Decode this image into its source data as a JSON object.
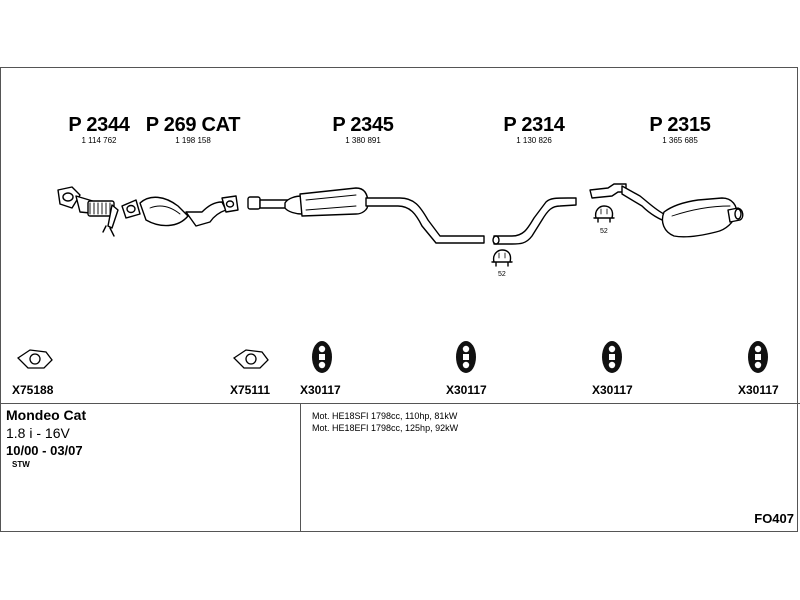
{
  "parts": [
    {
      "code": "P 2344",
      "number": "1 114 762"
    },
    {
      "code": "P 269 CAT",
      "number": "1 198 158"
    },
    {
      "code": "P 2345",
      "number": "1 380 891"
    },
    {
      "code": "P 2314",
      "number": "1 130 826"
    },
    {
      "code": "P 2315",
      "number": "1 365 685"
    }
  ],
  "clamp_labels": [
    "52",
    "52"
  ],
  "fittings": [
    "X75188",
    "X75111",
    "X30117",
    "X30117",
    "X30117",
    "X30117"
  ],
  "vehicle": {
    "model": "Mondeo Cat",
    "engine": "1.8 i - 16V",
    "years": "10/00 - 03/07",
    "body": "STW"
  },
  "motors": [
    "Mot. HE18SFI 1798cc, 110hp, 81kW",
    "Mot. HE18EFI 1798cc, 125hp, 92kW"
  ],
  "reference": "FO407",
  "icons": [
    "flange-gasket-icon",
    "rubber-hanger-icon",
    "pipe-clamp-icon"
  ]
}
